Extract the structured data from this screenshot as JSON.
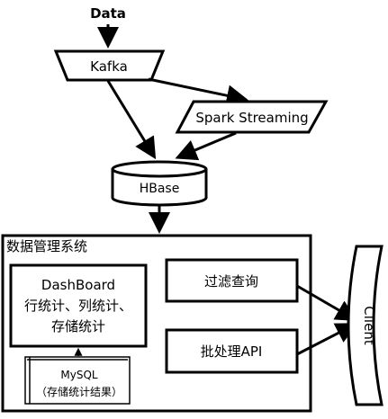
{
  "nodes": {
    "data": "Data",
    "kafka": "Kafka",
    "spark": "Spark Streaming",
    "hbase": "HBase",
    "system_title": "数据管理系统",
    "dashboard_title": "DashBoard",
    "dashboard_line1": "行统计、列统计、",
    "dashboard_line2": "存储统计",
    "filter_query": "过滤查询",
    "batch_api": "批处理API",
    "mysql_title": "MySQL",
    "mysql_sub": "（存储统计结果）",
    "client": "Client"
  }
}
